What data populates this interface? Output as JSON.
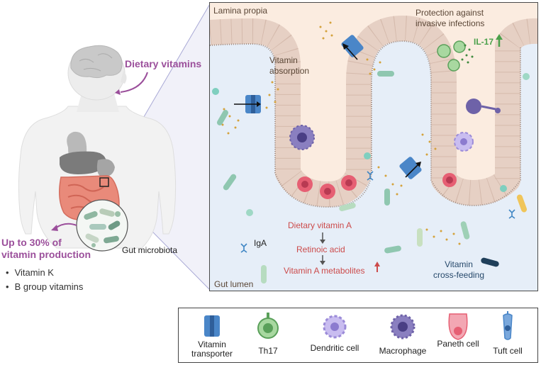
{
  "left_panel": {
    "dietary_vitamins": "Dietary vitamins",
    "production_line1": "Up to 30% of",
    "production_line2": "vitamin production",
    "gut_microbiota": "Gut microbiota",
    "vitamins_list": [
      "Vitamin K",
      "B group vitamins"
    ]
  },
  "detail_panel": {
    "lamina_propia": "Lamina propia",
    "gut_lumen": "Gut lumen",
    "vitamin_absorption_line1": "Vitamin",
    "vitamin_absorption_line2": "absorption",
    "protection_line1": "Protection against",
    "protection_line2": "invasive infections",
    "il17": "IL-17",
    "iga": "IgA",
    "pathway": [
      "Dietary vitamin A",
      "Retinoic acid",
      "Vitamin A metabolites"
    ],
    "cross_feeding_line1": "Vitamin",
    "cross_feeding_line2": "cross-feeding"
  },
  "legend": [
    {
      "label": "Vitamin transporter",
      "icon": "transporter-icon"
    },
    {
      "label": "Th17",
      "icon": "th17-cell-icon"
    },
    {
      "label": "Dendritic cell",
      "icon": "dendritic-cell-icon"
    },
    {
      "label": "Macrophage",
      "icon": "macrophage-icon"
    },
    {
      "label": "Paneth cell",
      "icon": "paneth-cell-icon"
    },
    {
      "label": "Tuft cell",
      "icon": "tuft-cell-icon"
    }
  ],
  "colors": {
    "lamina": "#fbece0",
    "lumen": "#e6eef8",
    "epithelium": "#e6d0c4",
    "accent_purple": "#9b4f9b",
    "text_red": "#cc4b4b",
    "text_blue": "#27496b",
    "il17_green": "#4aa04a",
    "transporter_blue": "#4a86c8"
  }
}
